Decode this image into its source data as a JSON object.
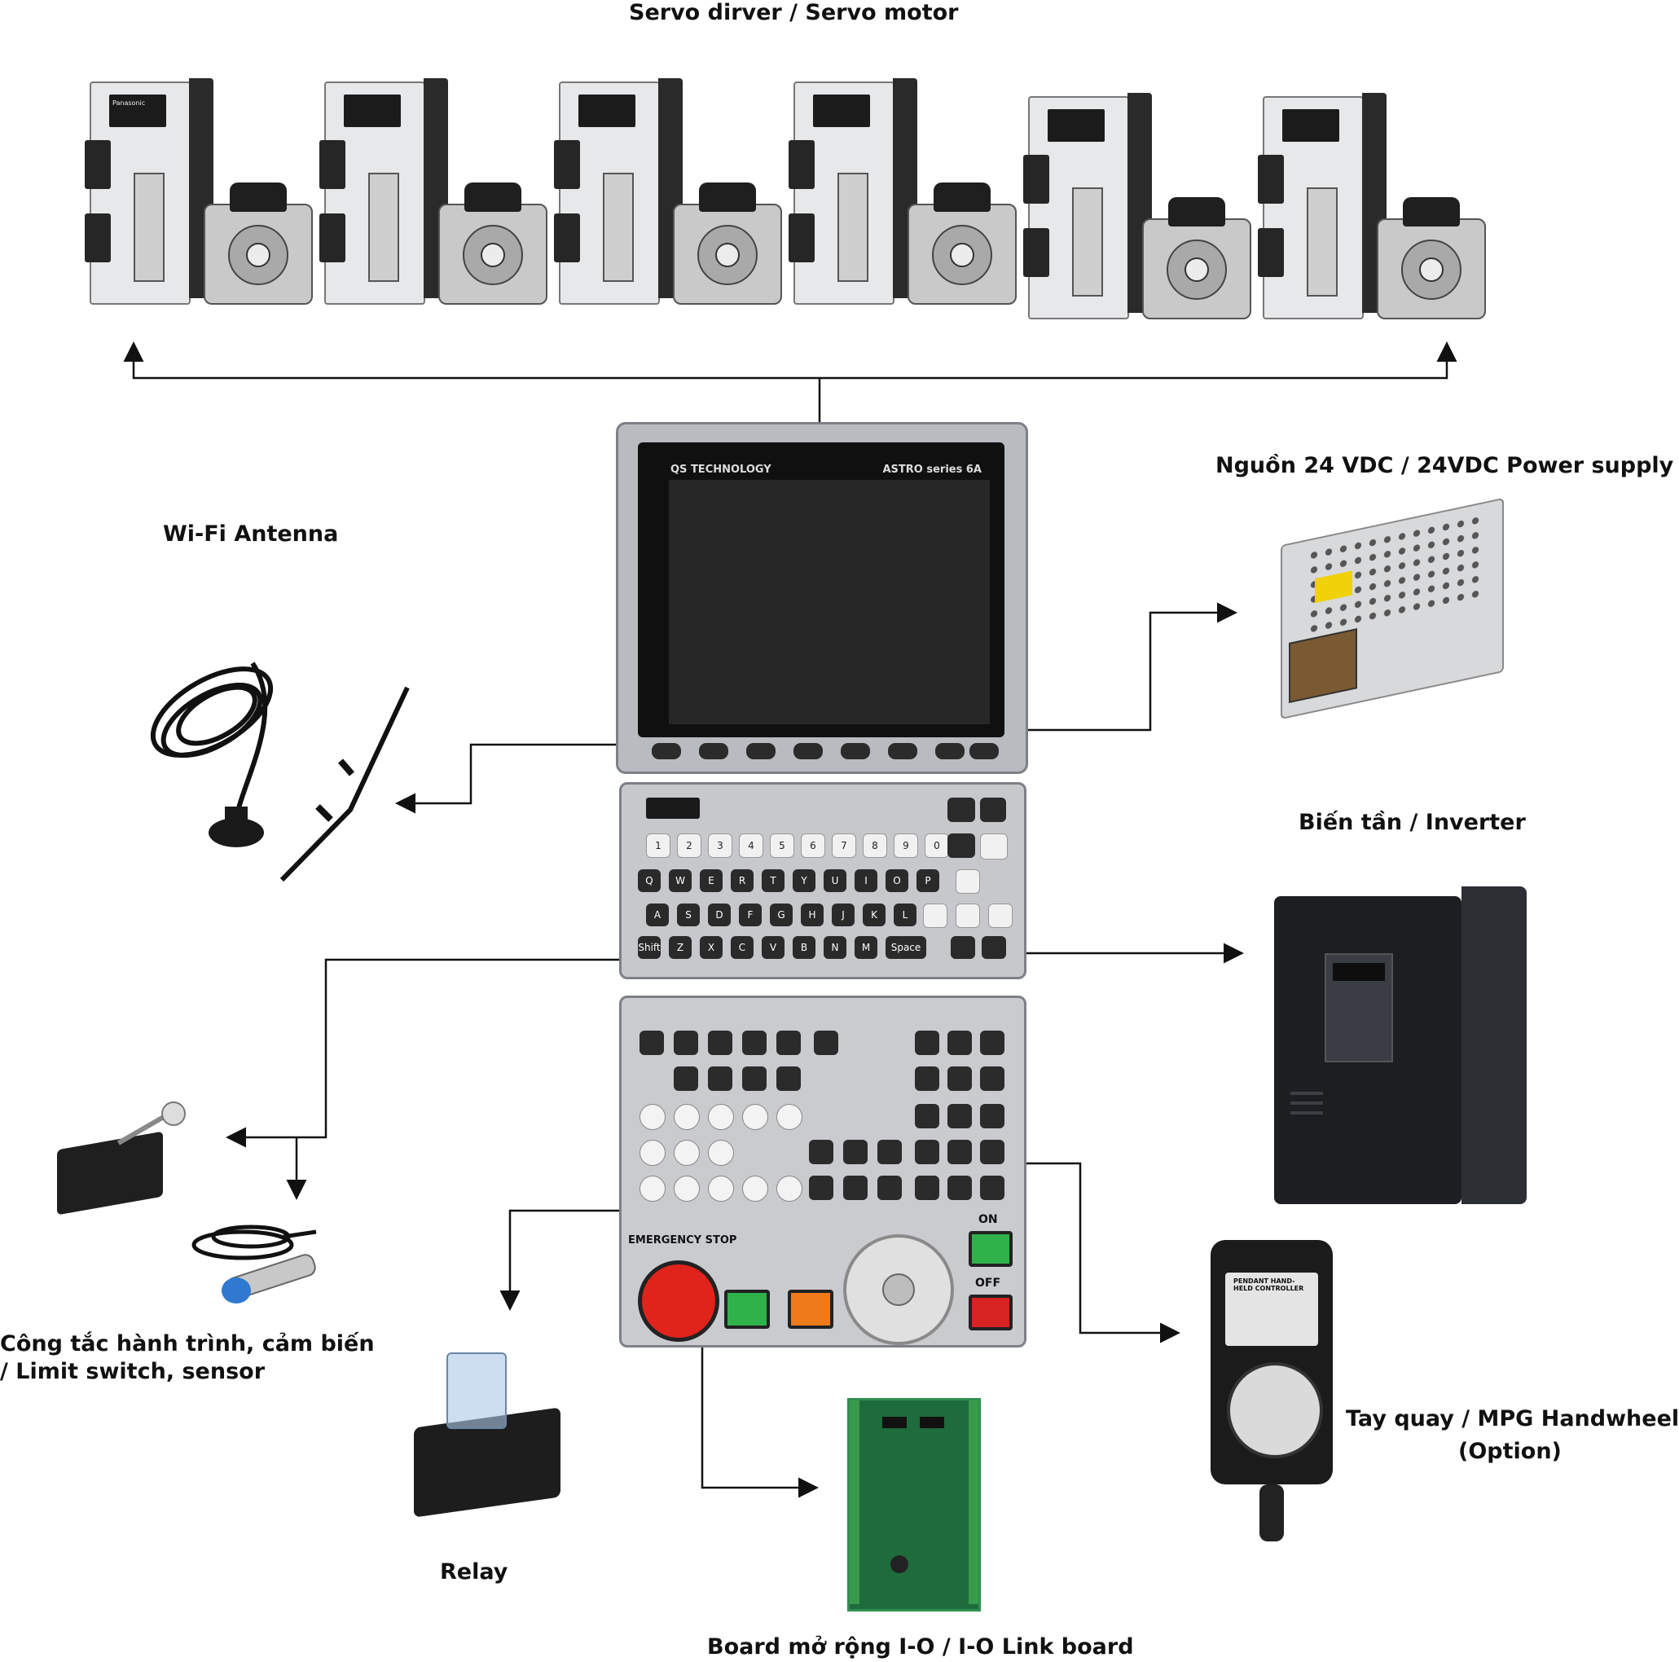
{
  "labels": {
    "servo": "Servo dirver / Servo motor",
    "power_supply": "Nguồn 24 VDC / 24VDC Power supply",
    "antenna": "Wi-Fi Antenna",
    "inverter": "Biến tần / Inverter",
    "limit_line1": "Công tắc hành trình, cảm biến",
    "limit_line2": "/ Limit switch, sensor",
    "handwheel_line1": "Tay quay / MPG Handwheel",
    "handwheel_line2": "(Option)",
    "relay": "Relay",
    "io_board": "Board mở rộng I-O / I-O Link board"
  },
  "controller": {
    "brand_left": "QS TECHNOLOGY",
    "brand_right": "ASTRO series 6A",
    "on_label": "ON",
    "off_label": "OFF",
    "estop_label": "EMERGENCY STOP"
  },
  "product_texts": {
    "servo_brand": "Panasonic",
    "pendant_title": "PENDANT HAND-HELD CONTROLLER"
  },
  "keyboard": {
    "row1": [
      "1",
      "2",
      "3",
      "4",
      "5",
      "6",
      "7",
      "8",
      "9",
      "0"
    ],
    "row2": [
      "Q",
      "W",
      "E",
      "R",
      "T",
      "Y",
      "U",
      "I",
      "O",
      "P"
    ],
    "row3": [
      "A",
      "S",
      "D",
      "F",
      "G",
      "H",
      "J",
      "K",
      "L"
    ],
    "row4": [
      "Shift",
      "Z",
      "X",
      "C",
      "V",
      "B",
      "N",
      "M",
      "Space"
    ]
  },
  "colors": {
    "wire": "#111111",
    "estop": "#e0231b",
    "start_green": "#2fb24a",
    "hold_orange": "#ef7a1a"
  }
}
